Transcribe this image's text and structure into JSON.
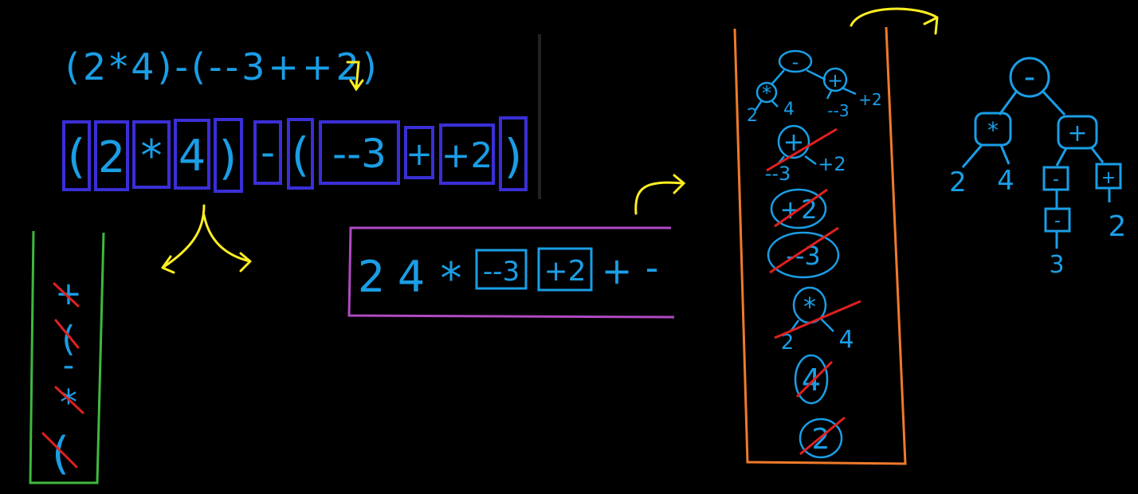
{
  "colors": {
    "background": "#000000",
    "ink": "#1a9ee6",
    "token_box": "#3a2fd6",
    "stack_box": "#3fb83f",
    "queue_box": "#b04ac2",
    "tree_stack_box": "#f07a2a",
    "arrow": "#ffee22",
    "strike": "#e02020",
    "divider": "#222222"
  },
  "expression": "(2*4)-(--3++2)",
  "tokens": [
    "(",
    "2",
    "*",
    "4",
    ")",
    "-",
    "(",
    "--3",
    "+",
    "+2",
    ")"
  ],
  "operator_stack": [
    "+",
    "(",
    "-",
    "*",
    "("
  ],
  "postfix": {
    "plain": [
      "2",
      "4",
      "*"
    ],
    "boxed": [
      "--3",
      "+2"
    ],
    "trailing": [
      "+",
      "-"
    ]
  },
  "tree_stack": {
    "top_tree": {
      "root": "-",
      "left_op": "*",
      "left_leaves": [
        "2",
        "4"
      ],
      "right_op": "+",
      "right_leaves": [
        "--3",
        "+2"
      ]
    },
    "entries": [
      {
        "node": "+",
        "left": "--3",
        "right": "+2",
        "crossed": true
      },
      {
        "node": "+2",
        "crossed": true
      },
      {
        "node": "--3",
        "crossed": true
      },
      {
        "node": "*",
        "left": "2",
        "right": "4",
        "crossed": true
      },
      {
        "node": "4",
        "crossed": true
      },
      {
        "node": "2",
        "crossed": true
      }
    ]
  },
  "final_tree": {
    "root": "-",
    "left": {
      "op": "*",
      "leaves": [
        "2",
        "4"
      ]
    },
    "right": {
      "op": "+",
      "left_op": "-",
      "left_inner": "-",
      "left_leaf": "3",
      "right_op": "+",
      "right_leaf": "2"
    }
  }
}
